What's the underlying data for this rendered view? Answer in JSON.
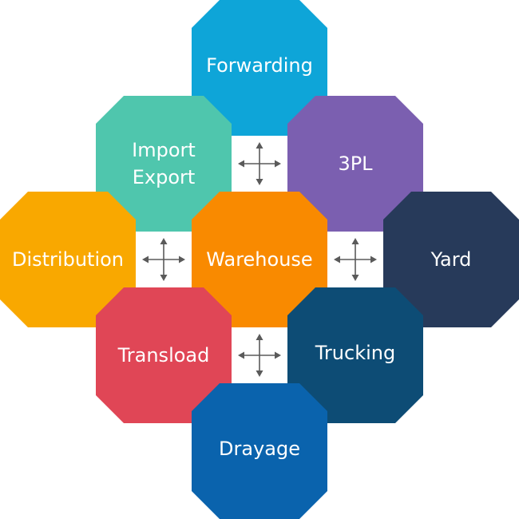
{
  "diagram": {
    "nodes": [
      {
        "id": "forwarding",
        "lines": [
          "Forwarding"
        ],
        "color": "#0ea5d8"
      },
      {
        "id": "import-export",
        "lines": [
          "Import",
          "Export"
        ],
        "color": "#4fc6ad"
      },
      {
        "id": "3pl",
        "lines": [
          "3PL"
        ],
        "color": "#7b5fb0"
      },
      {
        "id": "distribution",
        "lines": [
          "Distribution"
        ],
        "color": "#f9a800"
      },
      {
        "id": "warehouse",
        "lines": [
          "Warehouse"
        ],
        "color": "#f98a00"
      },
      {
        "id": "yard",
        "lines": [
          "Yard"
        ],
        "color": "#273a5a"
      },
      {
        "id": "transload",
        "lines": [
          "Transload"
        ],
        "color": "#e04656"
      },
      {
        "id": "trucking",
        "lines": [
          "Trucking"
        ],
        "color": "#0d4c75"
      },
      {
        "id": "drayage",
        "lines": [
          "Drayage"
        ],
        "color": "#0a63ad"
      }
    ],
    "connectors": [
      "top-center",
      "middle-left",
      "middle-right",
      "bottom-center"
    ]
  }
}
